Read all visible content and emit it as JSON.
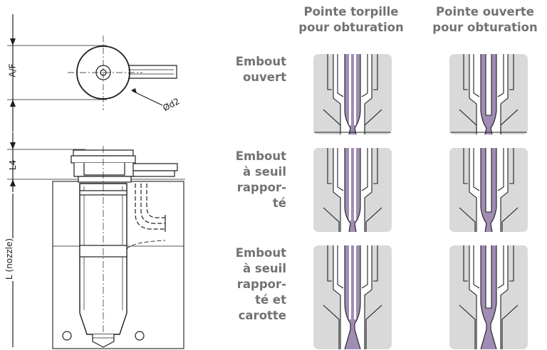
{
  "dimensions": {
    "af": "A/F",
    "l4": "L4",
    "l_nozzle": "L (nozzle)",
    "diameter": "Ød2"
  },
  "columns": [
    {
      "line1": "Pointe torpille",
      "line2": "pour obturation"
    },
    {
      "line1": "Pointe ouverte",
      "line2": "pour obturation"
    }
  ],
  "rows": [
    {
      "lines": [
        "Embout",
        "ouvert"
      ]
    },
    {
      "lines": [
        "Embout",
        "à seuil",
        "rappor-",
        "té"
      ]
    },
    {
      "lines": [
        "Embout",
        "à seuil",
        "rappor-",
        "té et",
        "carotte"
      ]
    }
  ],
  "colors": {
    "panel": "#d9d9d9",
    "melt": "#a08cb4",
    "line": "#1e1e1e",
    "text": "#727272"
  }
}
